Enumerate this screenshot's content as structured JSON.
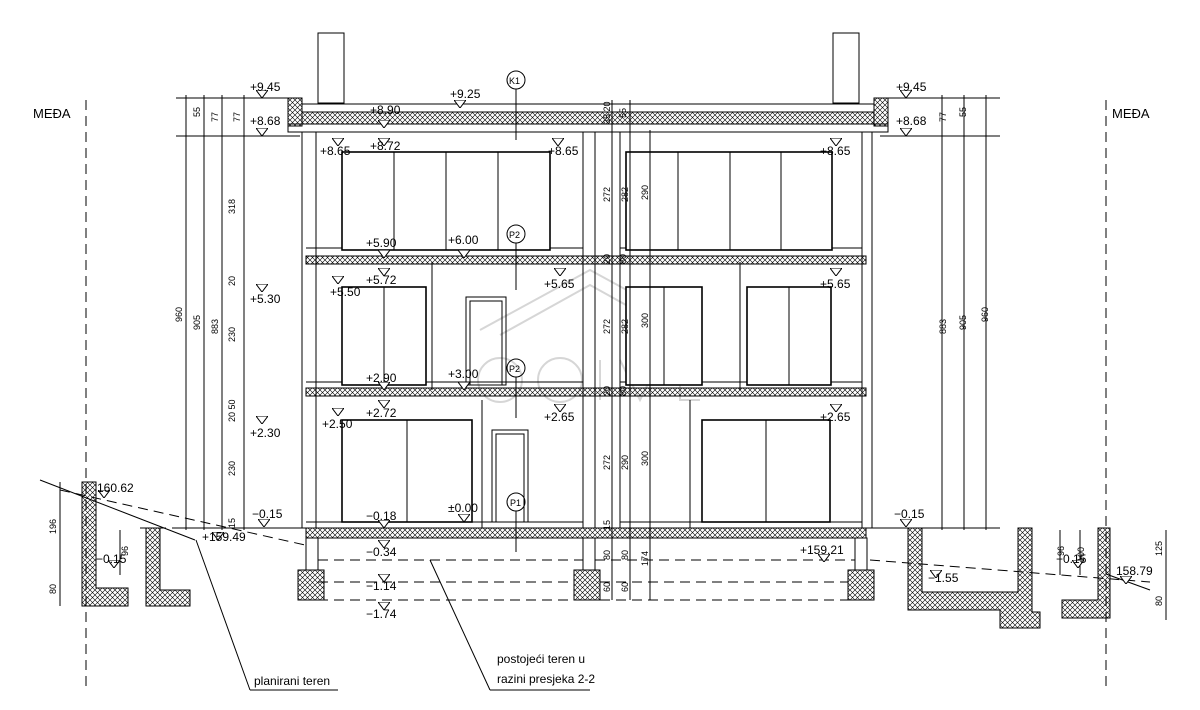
{
  "boundary": {
    "left": "MEĐA",
    "right": "MEĐA"
  },
  "notes": {
    "planned_terrain": "planirani teren",
    "existing_terrain_line1": "postojeći teren u",
    "existing_terrain_line2": "razini presjeka 2-2"
  },
  "room_tags": {
    "k1": "K1",
    "p2_upper": "P2",
    "p2_lower": "P2",
    "p1": "P1"
  },
  "levels": {
    "l945a": "+9.45",
    "l945b": "+9.45",
    "l925": "+9.25",
    "l890": "+8.90",
    "l868a": "+8.68",
    "l868b": "+8.68",
    "l872": "+8.72",
    "l865a": "+8.65",
    "l865b": "+8.65",
    "l865c": "+8.65",
    "l590": "+5.90",
    "l600": "+6.00",
    "l572": "+5.72",
    "l565a": "+5.65",
    "l565b": "+5.65",
    "l550": "+5.50",
    "l530": "+5.30",
    "l290": "+2.90",
    "l300": "+3.00",
    "l272": "+2.72",
    "l265a": "+2.65",
    "l265b": "+2.65",
    "l250": "+2.50",
    "l230": "+2.30",
    "m015a": "−0.15",
    "m015b": "−0.15",
    "m018": "−0.18",
    "z000": "±0.00",
    "m034": "−0.34",
    "m114": "−1.14",
    "m174": "−1.74",
    "m155": "−1.55",
    "m015c": "−0.15",
    "m015d": "−0.15",
    "l6062": "160.62",
    "l15949": "+159.49",
    "l15921": "+159.21",
    "l15879": "158.79"
  },
  "dims": {
    "d55a": "55",
    "d77a": "77",
    "d77b": "77",
    "d318": "318",
    "d20a": "20",
    "d230a": "230",
    "d2050": "20 50",
    "d230b": "230",
    "d15": "15",
    "d960a": "960",
    "d905a": "905",
    "d883a": "883",
    "d196a": "196",
    "d80a": "80",
    "d96a": "96",
    "d353520": "35 20",
    "d55b": "55",
    "d272a": "272",
    "d282a": "282",
    "d290a": "290",
    "d20b": "20",
    "d80b": "80",
    "d272b": "272",
    "d282b": "282",
    "d300a": "300",
    "d20c": "20",
    "d80c": "80",
    "d272c": "272",
    "d290b": "290",
    "d300b": "300",
    "d15b": "15",
    "d80d": "80",
    "d80e": "80",
    "d174": "174",
    "d60a": "60",
    "d60b": "60",
    "d77c": "77",
    "d55c": "55",
    "d883b": "883",
    "d905b": "905",
    "d960b": "960",
    "d96b": "96",
    "d100": "100",
    "d125": "125",
    "d80f": "80"
  }
}
